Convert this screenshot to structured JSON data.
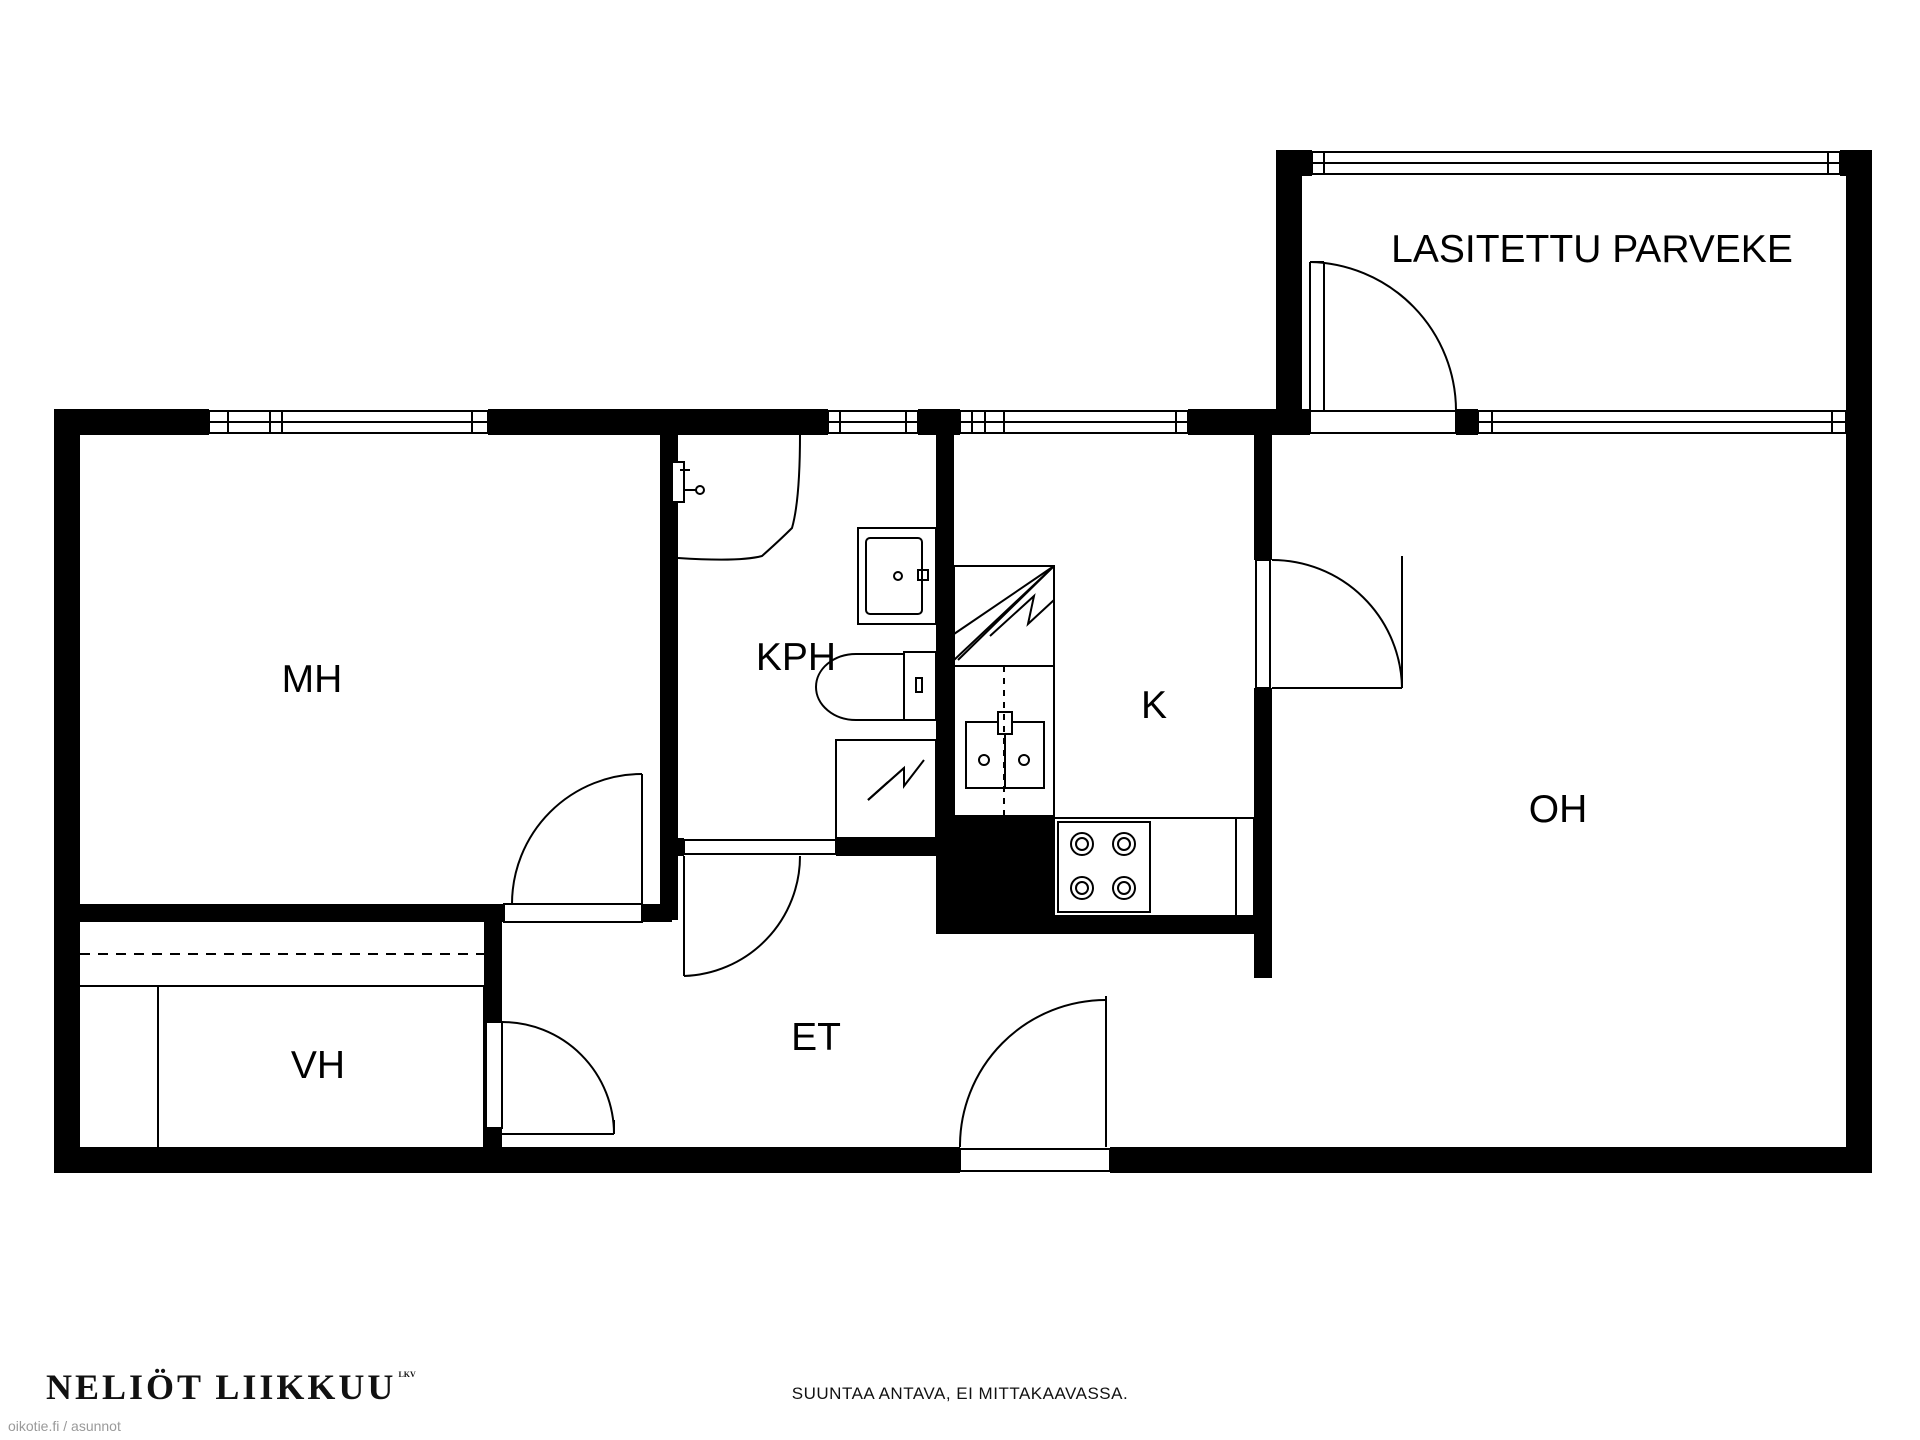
{
  "rooms": {
    "balcony": "LASITETTU PARVEKE",
    "bedroom": "MH",
    "bathroom": "KPH",
    "kitchen": "K",
    "living_room": "OH",
    "hall": "ET",
    "closet": "VH"
  },
  "footer": {
    "brand": "NELIÖT LIIKKUU",
    "brand_mark": "LKV",
    "disclaimer": "SUUNTAA ANTAVA, EI MITTAKAAVASSA.",
    "source": "oikotie.fi / asunnot"
  },
  "colors": {
    "wall": "#000000",
    "line": "#222222",
    "background": "#ffffff"
  }
}
